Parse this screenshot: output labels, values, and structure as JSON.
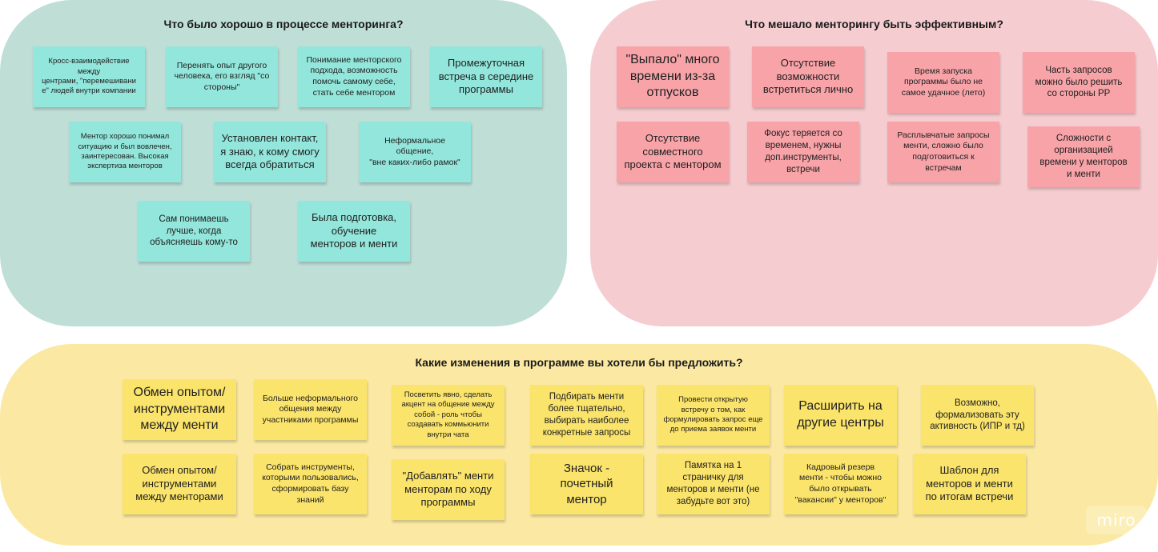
{
  "colors": {
    "good_zone": "#bfded6",
    "bad_zone": "#f5ccd0",
    "change_zone": "#fbe9a3",
    "teal_sticky": "#93e6db",
    "pink_sticky": "#f7a3a8",
    "yellow_sticky": "#fbe46b"
  },
  "zones": {
    "good": {
      "title": "Что было хорошо в процессе менторинга?",
      "notes": [
        "Кросс-взаимодействие\nмежду\nцентрами, \"перемешивани\nе\" людей внутри компании",
        "Перенять опыт другого\nчеловека, его взгляд \"со\nстороны\"",
        "Понимание менторского\nподхода, возможность\nпомочь самому себе,\nстать себе ментором",
        "Промежуточная\nвстреча в середине\nпрограммы",
        "Ментор хорошо понимал\nситуацию и был вовлечен,\nзаинтересован. Высокая\nэкспертиза менторов",
        "Установлен контакт,\nя знаю, к кому смогу\nвсегда обратиться",
        "Неформальное общение,\n\"вне каких-либо рамок\"",
        "Сам понимаешь\nлучше, когда\nобъясняешь кому-то",
        "Была подготовка,\nобучение\nменторов и менти"
      ]
    },
    "bad": {
      "title": "Что мешало менторингу быть эффективным?",
      "notes": [
        "\"Выпало\" много\nвремени из-за\nотпусков",
        "Отсутствие\nвозможности\nвстретиться лично",
        "Время запуска\nпрограммы было не\nсамое удачное (лето)",
        "Часть запросов\nможно было решить\nсо стороны РР",
        "Отсутствие\nсовместного\nпроекта с ментором",
        "Фокус теряется со\nвременем, нужны\nдоп.инструменты,\nвстречи",
        "Расплывчатые запросы\nменти, сложно было\nподготовиться к\nвстречам",
        "Сложности с\nорганизацией\nвремени у менторов\nи менти"
      ]
    },
    "change": {
      "title": "Какие изменения в программе вы хотели бы предложить?",
      "notes": [
        "Обмен опытом/\nинструментами\nмежду менти",
        "Больше неформального\nобщения между\nучастниками программы",
        "Посветить явно, сделать\nакцент на общение между\nсобой - роль чтобы\nсоздавать коммьюнити\nвнутри чата",
        "Подбирать менти\nболее тщательно,\nвыбирать наиболее\nконкретные запросы",
        "Провести открытую\nвстречу о том, как\nформулировать запрос еще\nдо приема заявок менти",
        "Расширить на\nдругие центры",
        "Возможно,\nформализовать эту\nактивность (ИПР и тд)",
        "Обмен опытом/\nинструментами\nмежду менторами",
        "Собрать инструменты,\nкоторыми пользовались,\nсформировать базу\nзнаний",
        "\"Добавлять\" менти\nменторам по ходу\nпрограммы",
        "Значок -\nпочетный\nментор",
        "Памятка на 1\nстраничку для\nменторов и менти (не\nзабудьте вот это)",
        "Кадровый резерв\nменти - чтобы можно\nбыло открывать\n\"вакансии\" у менторов\"",
        "Шаблон для\nменторов и менти\nпо итогам встречи"
      ]
    }
  },
  "logo": {
    "text": "miro"
  }
}
